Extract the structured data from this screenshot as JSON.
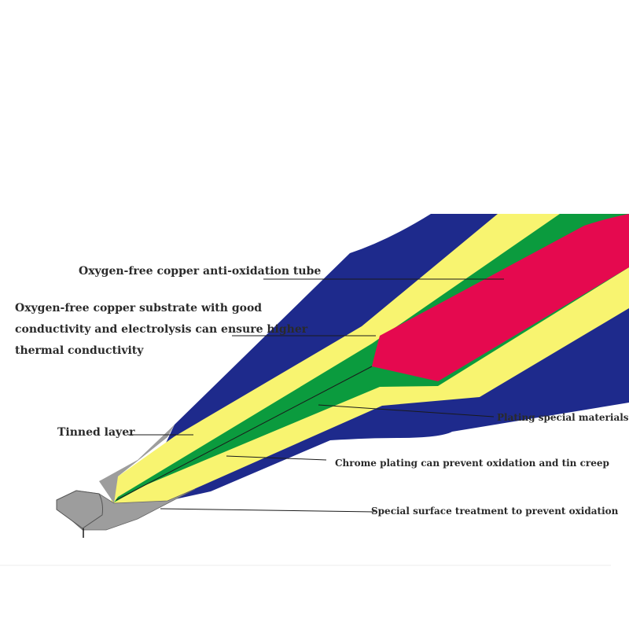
{
  "labels": {
    "tube": "Oxygen-free copper anti-oxidation tube",
    "substrate_line1": "Oxygen-free copper substrate with good",
    "substrate_line2": "conductivity and electrolysis can ensure higher",
    "substrate_line3": "thermal conductivity",
    "tinned": "Tinned layer",
    "plating_special": "Plating special materials",
    "chrome": "Chrome plating can prevent oxidation and tin creep",
    "surface": "Special surface treatment to prevent oxidation"
  },
  "colors": {
    "outer": "#1e2a8c",
    "yellow": "#f8f470",
    "green": "#0b9b3e",
    "core": "#e5094f",
    "tin": "#9d9d9d",
    "line": "#1a1a1a",
    "text": "#2a2a2a"
  }
}
